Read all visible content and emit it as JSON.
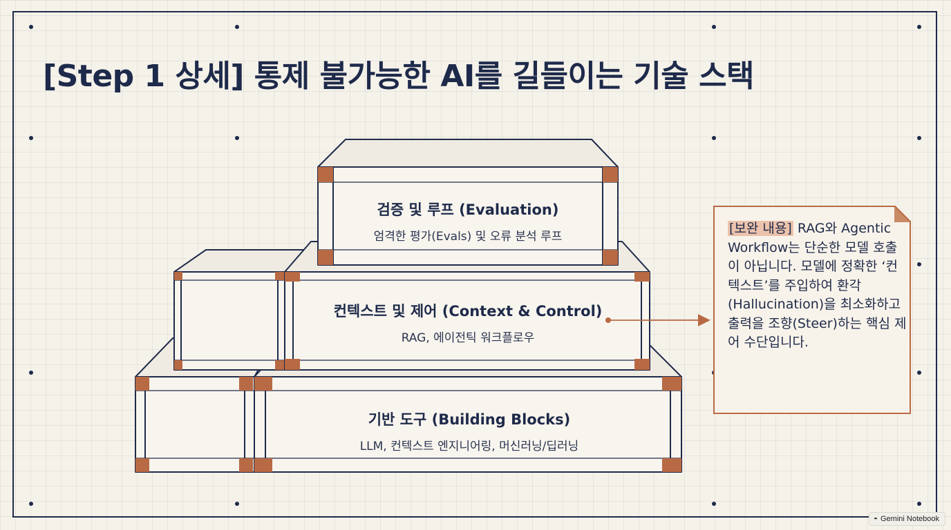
{
  "title": "[Step 1 상세] 통제 불가능한 AI를 길들이는 기술 스택",
  "layers": {
    "top": {
      "heading": "검증 및 루프 (Evaluation)",
      "sub": "엄격한 평가(Evals) 및 오류 분석 루프"
    },
    "middle": {
      "heading": "컨텍스트 및 제어 (Context & Control)",
      "sub": "RAG, 에이전틱 워크플로우"
    },
    "bottom": {
      "heading": "기반 도구 (Building Blocks)",
      "sub": "LLM, 컨텍스트 엔지니어링, 머신러닝/딥러닝"
    }
  },
  "note": {
    "highlight": "[보완 내용]",
    "text": " RAG와 Agentic Workflow는 단순한 모델 호출이 아닙니다. 모델에 정확한 ‘컨텍스트’를 주입하여 환각(Hallucination)을 최소화하고 출력을 조향(Steer)하는 핵심 제어 수단입니다."
  },
  "badge": {
    "icon": "gemini-notebook-icon",
    "label": "Gemini Notebook"
  },
  "colors": {
    "navy": "#1e2a4a",
    "copper": "#b86a44",
    "paper": "#f5f2ea"
  }
}
